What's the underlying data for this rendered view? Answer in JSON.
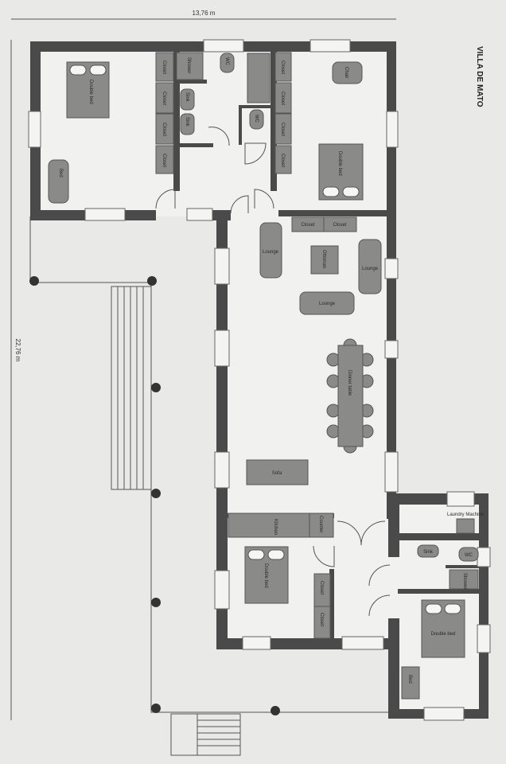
{
  "title": "VILLA DE MATO",
  "dimensions": {
    "width": "13,76 m",
    "length": "22,76 m"
  },
  "labels": {
    "double_bed": "Double bed",
    "closet": "Closet",
    "wc": "WC",
    "sink": "Sink",
    "lounge": "Lounge",
    "ottoman": "Ottoman",
    "counter": "Counter",
    "dinner_table": "Dinner table",
    "sofa": "Sofa",
    "kitchen": "Kitchen",
    "laundry": "Laundry Machine",
    "shower": "Shower",
    "chair": "Chair",
    "single_bed": "Bed"
  }
}
